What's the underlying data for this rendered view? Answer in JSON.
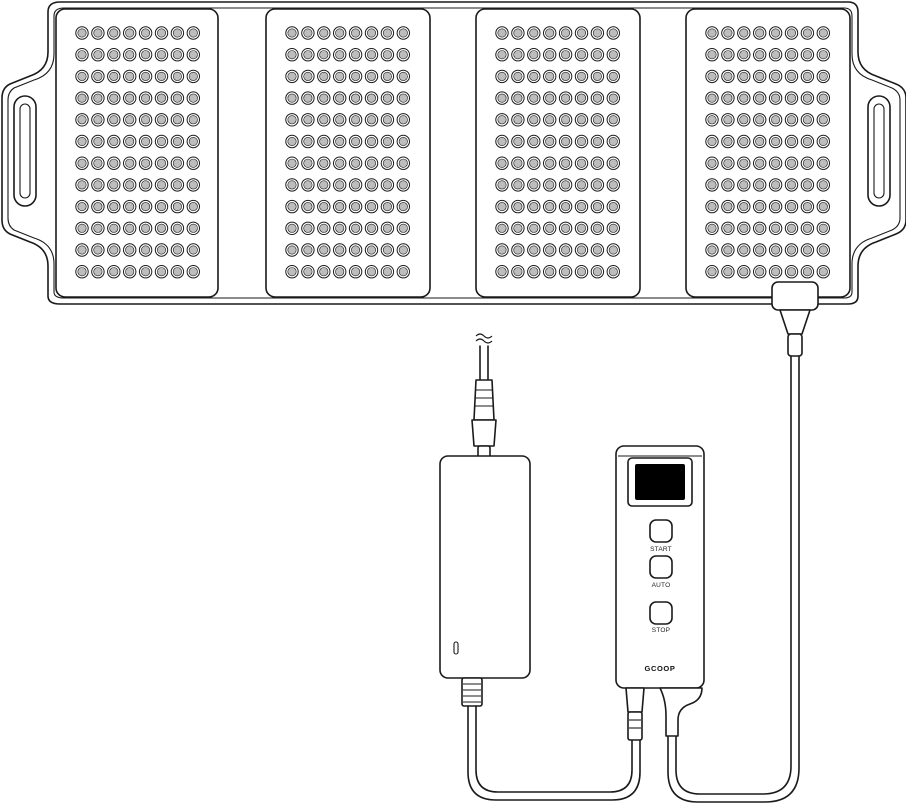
{
  "controller": {
    "buttons": [
      {
        "label": "START"
      },
      {
        "label": "AUTO"
      },
      {
        "label": "STOP"
      }
    ],
    "brand": "GCOOP"
  },
  "colors": {
    "stroke": "#1a1a1a",
    "led_fill": "#bdbdbd",
    "screen": "#000000",
    "background": "#ffffff"
  }
}
